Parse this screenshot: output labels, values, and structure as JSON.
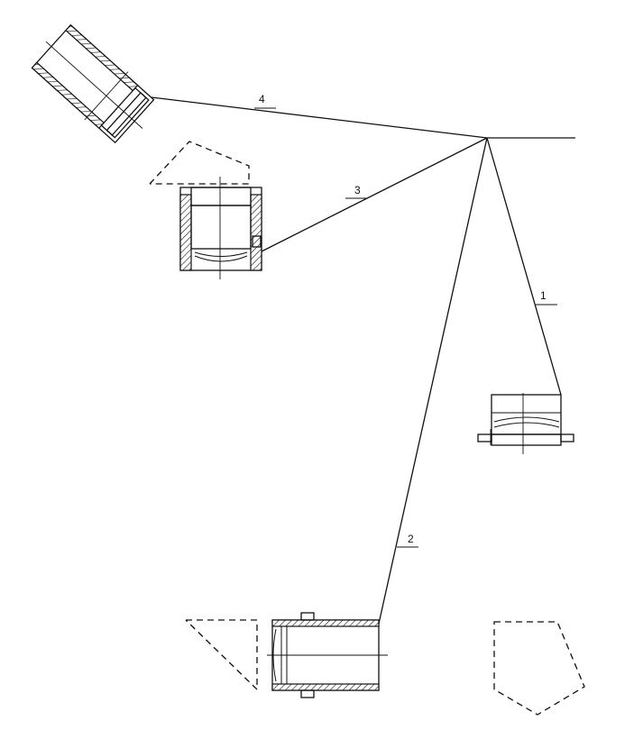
{
  "labels": {
    "ray_1": "1",
    "ray_2": "2",
    "ray_3": "3",
    "ray_4": "4"
  }
}
